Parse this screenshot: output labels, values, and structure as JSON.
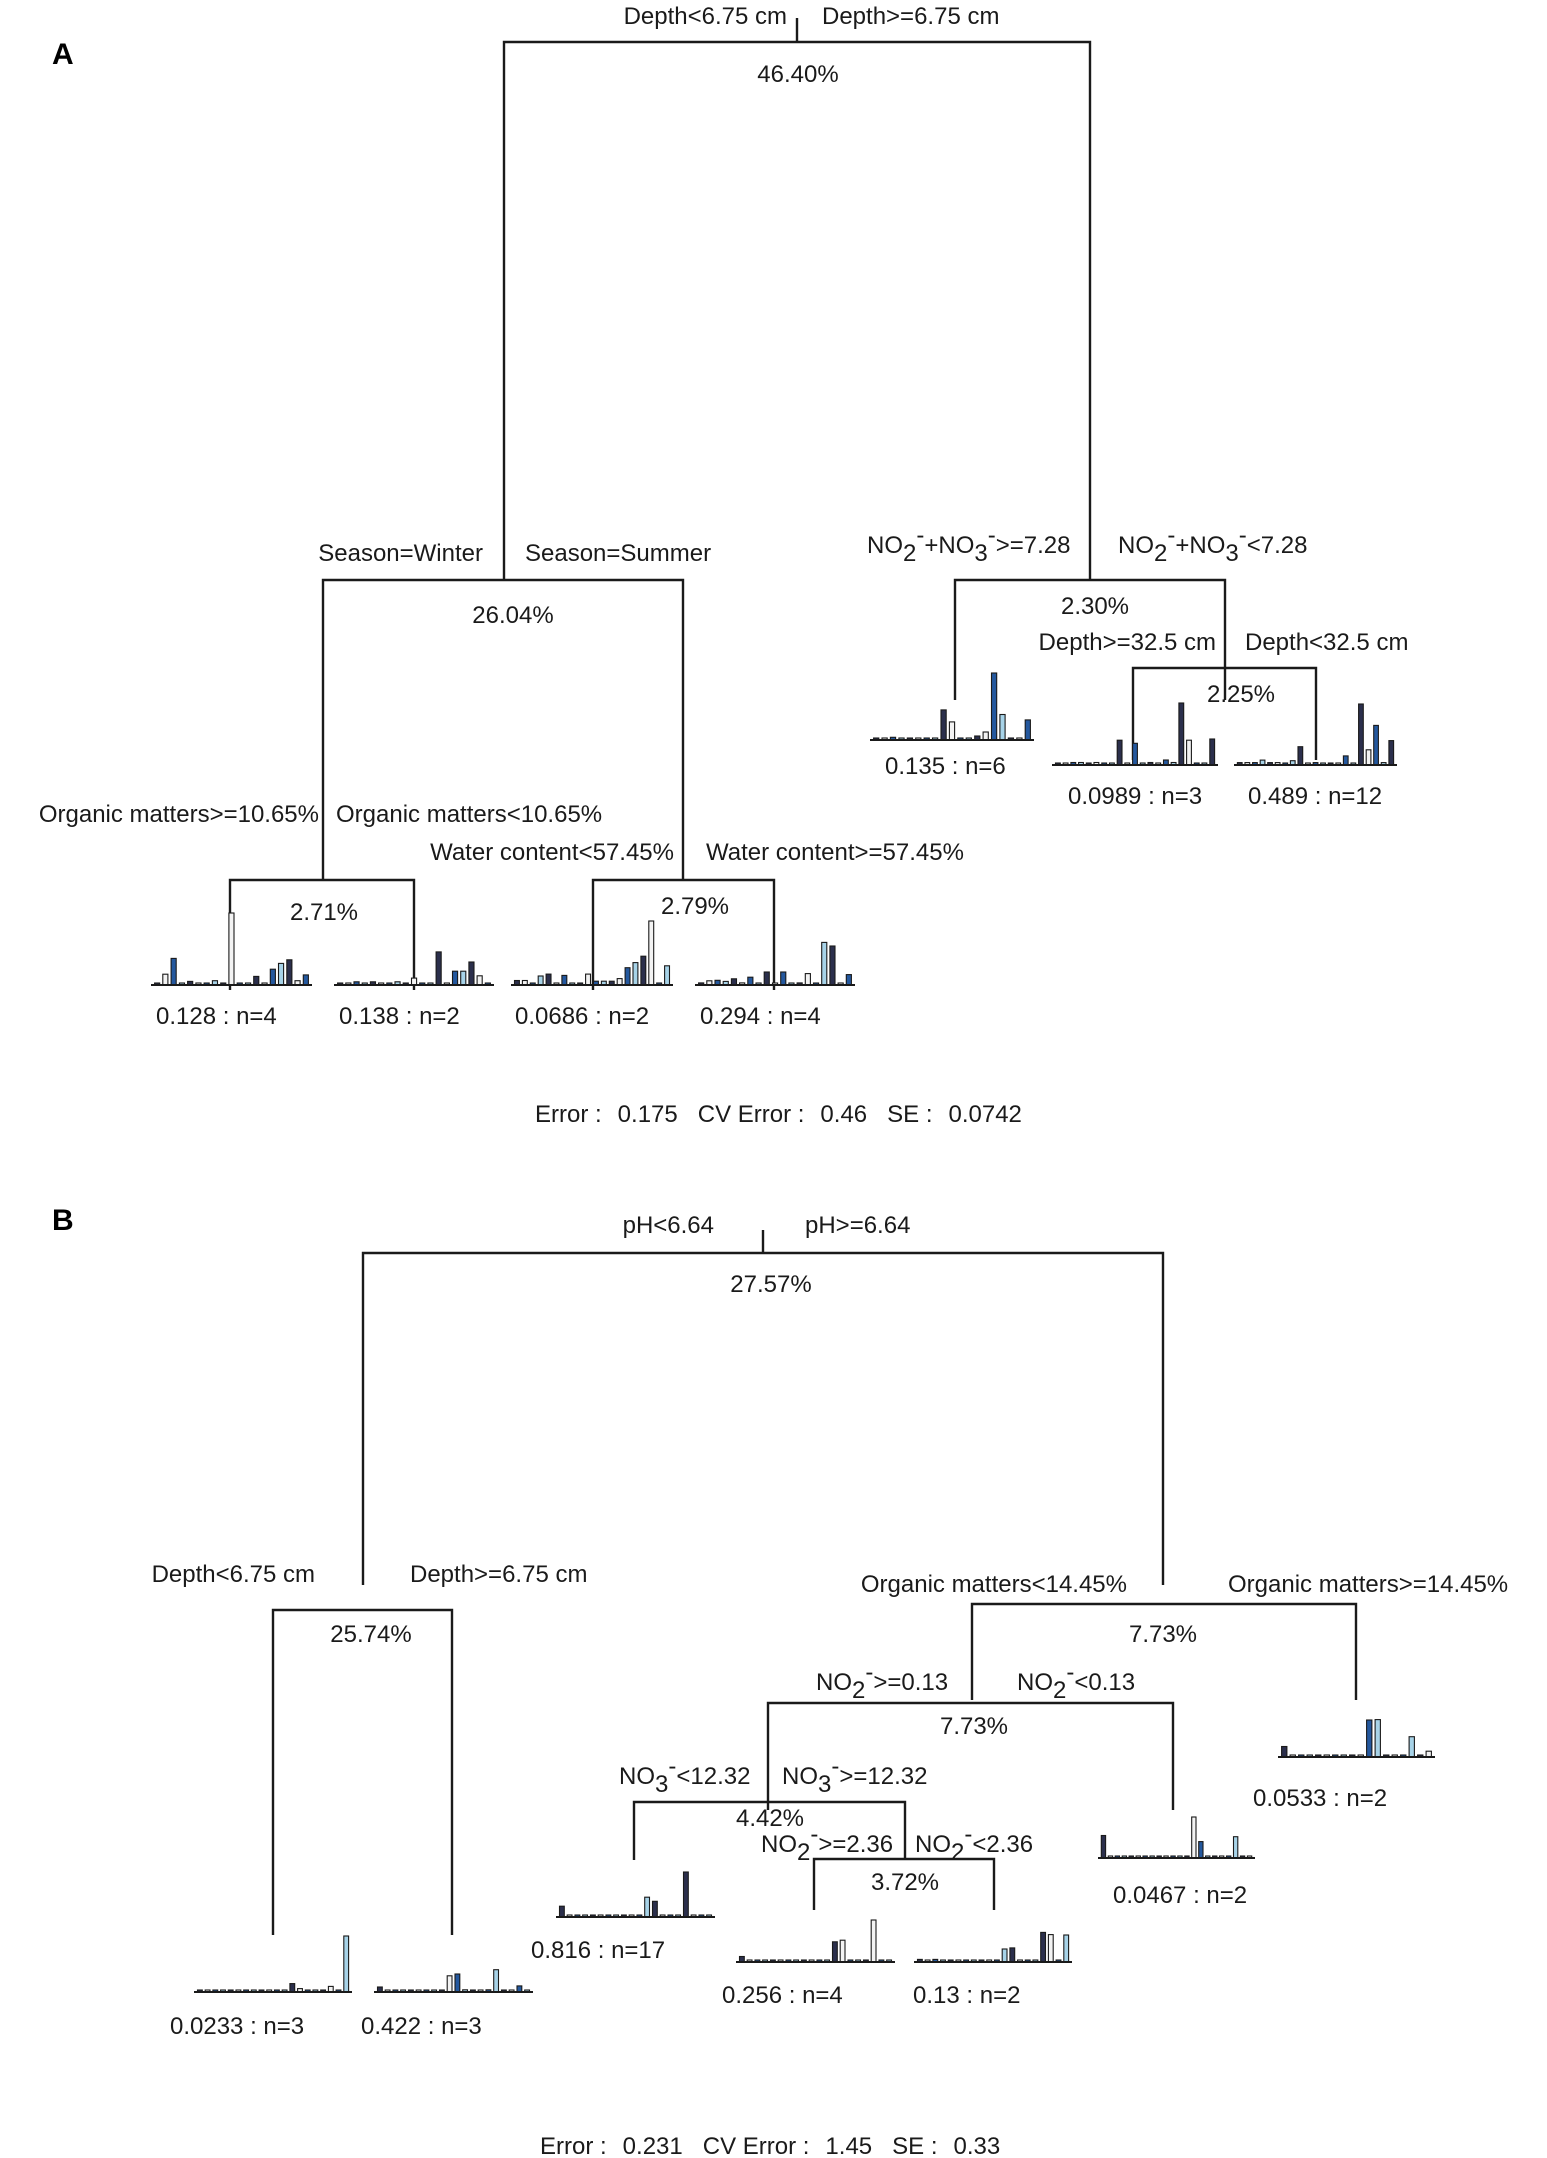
{
  "colors": {
    "navy": "#2b2f4c",
    "blue": "#24589e",
    "light_blue": "#a7d3e8",
    "pale": "#f3f3f3",
    "line": "#1a1a1a"
  },
  "panels": [
    {
      "label": "A",
      "nodes": [
        {
          "id": "a_root",
          "split_left": "Depth<6.75 cm",
          "split_right": "Depth>=6.75 cm",
          "pct": "46.40%"
        },
        {
          "id": "a_season",
          "split_left": "Season=Winter",
          "split_right": "Season=Summer",
          "pct": "26.04%"
        },
        {
          "id": "a_no",
          "split_left_parts": [
            "NO",
            "2",
            "-",
            "+NO",
            "3",
            "-",
            ">=7.28"
          ],
          "split_right_parts": [
            "NO",
            "2",
            "-",
            "+NO",
            "3",
            "-",
            "<7.28"
          ],
          "pct": "2.30%"
        },
        {
          "id": "a_depth",
          "split_left": "Depth>=32.5 cm",
          "split_right": "Depth<32.5 cm",
          "pct": "2.25%"
        },
        {
          "id": "a_om",
          "split_left": "Organic matters>=10.65%",
          "split_right": "Organic matters<10.65%",
          "pct": "2.71%"
        },
        {
          "id": "a_wc",
          "split_left": "Water content<57.45%",
          "split_right": "Water content>=57.45%",
          "pct": "2.79%"
        }
      ],
      "leaves": [
        {
          "label": "0.128 : n=4",
          "bars": [
            0.02,
            0.15,
            0.37,
            0.02,
            0.05,
            0.02,
            0.02,
            0.06,
            0.02,
            1.0,
            0.02,
            0.02,
            0.12,
            0.02,
            0.22,
            0.3,
            0.35,
            0.06,
            0.14
          ]
        },
        {
          "label": "0.138 : n=2",
          "bars": [
            0.02,
            0.02,
            0.07,
            0.02,
            0.07,
            0.02,
            0.02,
            0.07,
            0.02,
            0.15,
            0.02,
            0.02,
            0.72,
            0.02,
            0.3,
            0.3,
            0.5,
            0.2,
            0.02
          ]
        },
        {
          "label": "0.0686 : n=2",
          "bars": [
            0.07,
            0.07,
            0.02,
            0.14,
            0.17,
            0.02,
            0.15,
            0.02,
            0.02,
            0.17,
            0.06,
            0.06,
            0.06,
            0.1,
            0.27,
            0.35,
            0.45,
            1.0,
            0.02,
            0.3
          ]
        },
        {
          "label": "0.294 : n=4",
          "bars": [
            0.04,
            0.08,
            0.09,
            0.07,
            0.12,
            0.04,
            0.15,
            0.02,
            0.25,
            0.02,
            0.25,
            0.02,
            0.04,
            0.22,
            0.02,
            0.82,
            0.75,
            0.02,
            0.2
          ]
        },
        {
          "label": "0.135 : n=6",
          "bars": [
            0.02,
            0.02,
            0.04,
            0.02,
            0.02,
            0.02,
            0.02,
            0.02,
            0.45,
            0.27,
            0.02,
            0.02,
            0.06,
            0.12,
            1.0,
            0.38,
            0.02,
            0.02,
            0.3
          ]
        },
        {
          "label": "0.0989 : n=3",
          "bars": [
            0.02,
            0.02,
            0.04,
            0.04,
            0.02,
            0.04,
            0.02,
            0.02,
            0.4,
            0.02,
            0.35,
            0.02,
            0.04,
            0.02,
            0.08,
            0.04,
            1.0,
            0.4,
            0.02,
            0.02,
            0.42
          ]
        },
        {
          "label": "0.489 : n=12",
          "bars": [
            0.04,
            0.04,
            0.04,
            0.08,
            0.04,
            0.04,
            0.02,
            0.07,
            0.3,
            0.02,
            0.04,
            0.02,
            0.02,
            0.02,
            0.15,
            0.02,
            1.0,
            0.25,
            0.65,
            0.04,
            0.4
          ]
        }
      ],
      "error_line": [
        "Error :",
        "0.175",
        "CV Error :",
        "0.46",
        "SE :",
        "0.0742"
      ]
    },
    {
      "label": "B",
      "nodes": [
        {
          "id": "b_root",
          "split_left": "pH<6.64",
          "split_right": "pH>=6.64",
          "pct": "27.57%"
        },
        {
          "id": "b_depth",
          "split_left": "Depth<6.75 cm",
          "split_right": "Depth>=6.75 cm",
          "pct": "25.74%"
        },
        {
          "id": "b_om",
          "split_left": "Organic matters<14.45%",
          "split_right": "Organic matters>=14.45%",
          "pct": "7.73%"
        },
        {
          "id": "b_no2a",
          "split_left_parts": [
            "NO",
            "2",
            "-",
            ">=0.13"
          ],
          "split_right_parts": [
            "NO",
            "2",
            "-",
            "<0.13"
          ],
          "pct": "7.73%"
        },
        {
          "id": "b_no3",
          "split_left_parts": [
            "NO",
            "3",
            "-",
            "<12.32"
          ],
          "split_right_parts": [
            "NO",
            "3",
            "-",
            ">=12.32"
          ],
          "pct": "4.42%"
        },
        {
          "id": "b_no2b",
          "split_left_parts": [
            "NO",
            "2",
            "-",
            ">=2.36"
          ],
          "split_right_parts": [
            "NO",
            "2",
            "-",
            "<2.36"
          ],
          "pct": "3.72%"
        }
      ],
      "leaves": [
        {
          "label": "0.0233 : n=3",
          "bars": [
            0.02,
            0.02,
            0.02,
            0.02,
            0.02,
            0.02,
            0.02,
            0.02,
            0.02,
            0.02,
            0.02,
            0.02,
            0.15,
            0.06,
            0.02,
            0.02,
            0.02,
            0.1,
            0.02,
            1.0
          ]
        },
        {
          "label": "0.422 : n=3",
          "bars": [
            0.14,
            0.02,
            0.02,
            0.02,
            0.04,
            0.02,
            0.02,
            0.02,
            0.02,
            0.45,
            0.5,
            0.06,
            0.02,
            0.02,
            0.06,
            0.62,
            0.05,
            0.02,
            0.17,
            0.02
          ]
        },
        {
          "label": "0.816 : n=17",
          "bars": [
            0.24,
            0.02,
            0.02,
            0.02,
            0.02,
            0.02,
            0.02,
            0.02,
            0.02,
            0.02,
            0.02,
            0.44,
            0.35,
            0.04,
            0.02,
            0.04,
            1.0,
            0.02,
            0.02,
            0.02
          ]
        },
        {
          "label": "0.256 : n=4",
          "bars": [
            0.13,
            0.02,
            0.02,
            0.02,
            0.02,
            0.02,
            0.02,
            0.02,
            0.02,
            0.02,
            0.02,
            0.02,
            0.48,
            0.52,
            0.04,
            0.02,
            0.04,
            1.0,
            0.02,
            0.02
          ]
        },
        {
          "label": "0.13 : n=2",
          "bars": [
            0.07,
            0.02,
            0.07,
            0.02,
            0.02,
            0.02,
            0.02,
            0.02,
            0.02,
            0.02,
            0.02,
            0.35,
            0.38,
            0.04,
            0.02,
            0.04,
            0.8,
            0.74,
            0.02,
            0.73
          ]
        },
        {
          "label": "0.0467 : n=2",
          "bars": [
            0.55,
            0.02,
            0.02,
            0.02,
            0.02,
            0.02,
            0.02,
            0.02,
            0.02,
            0.02,
            0.02,
            0.02,
            0.02,
            1.0,
            0.4,
            0.04,
            0.02,
            0.02,
            0.02,
            0.52,
            0.02,
            0.02
          ]
        },
        {
          "label": "0.0533 : n=2",
          "bars": [
            0.27,
            0.02,
            0.02,
            0.02,
            0.02,
            0.02,
            0.02,
            0.02,
            0.02,
            0.02,
            0.95,
            0.96,
            0.04,
            0.02,
            0.02,
            0.52,
            0.02,
            0.15
          ]
        }
      ],
      "error_line": [
        "Error :",
        "0.231",
        "CV Error :",
        "1.45",
        "SE :",
        "0.33"
      ]
    }
  ]
}
